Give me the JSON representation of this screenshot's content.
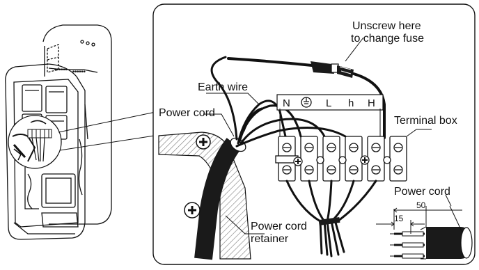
{
  "labels": {
    "fuse_line1": "Unscrew here",
    "fuse_line2": "to change fuse",
    "earth_wire": "Earth wire",
    "power_cord": "Power cord",
    "terminal_box": "Terminal box",
    "retainer_line1": "Power cord",
    "retainer_line2": "retainer",
    "power_cord_detail": "Power cord"
  },
  "terminals": {
    "n": "N",
    "earth_symbol": "⏚",
    "l": "L",
    "h_low": "h",
    "h_high": "H"
  },
  "dimensions": {
    "strip_length": "50",
    "core_strip": "15"
  },
  "colors": {
    "ink": "#111111",
    "cable": "#1a1a1a",
    "hatch": "#9a9a9a",
    "panel_fill": "#ffffff"
  }
}
